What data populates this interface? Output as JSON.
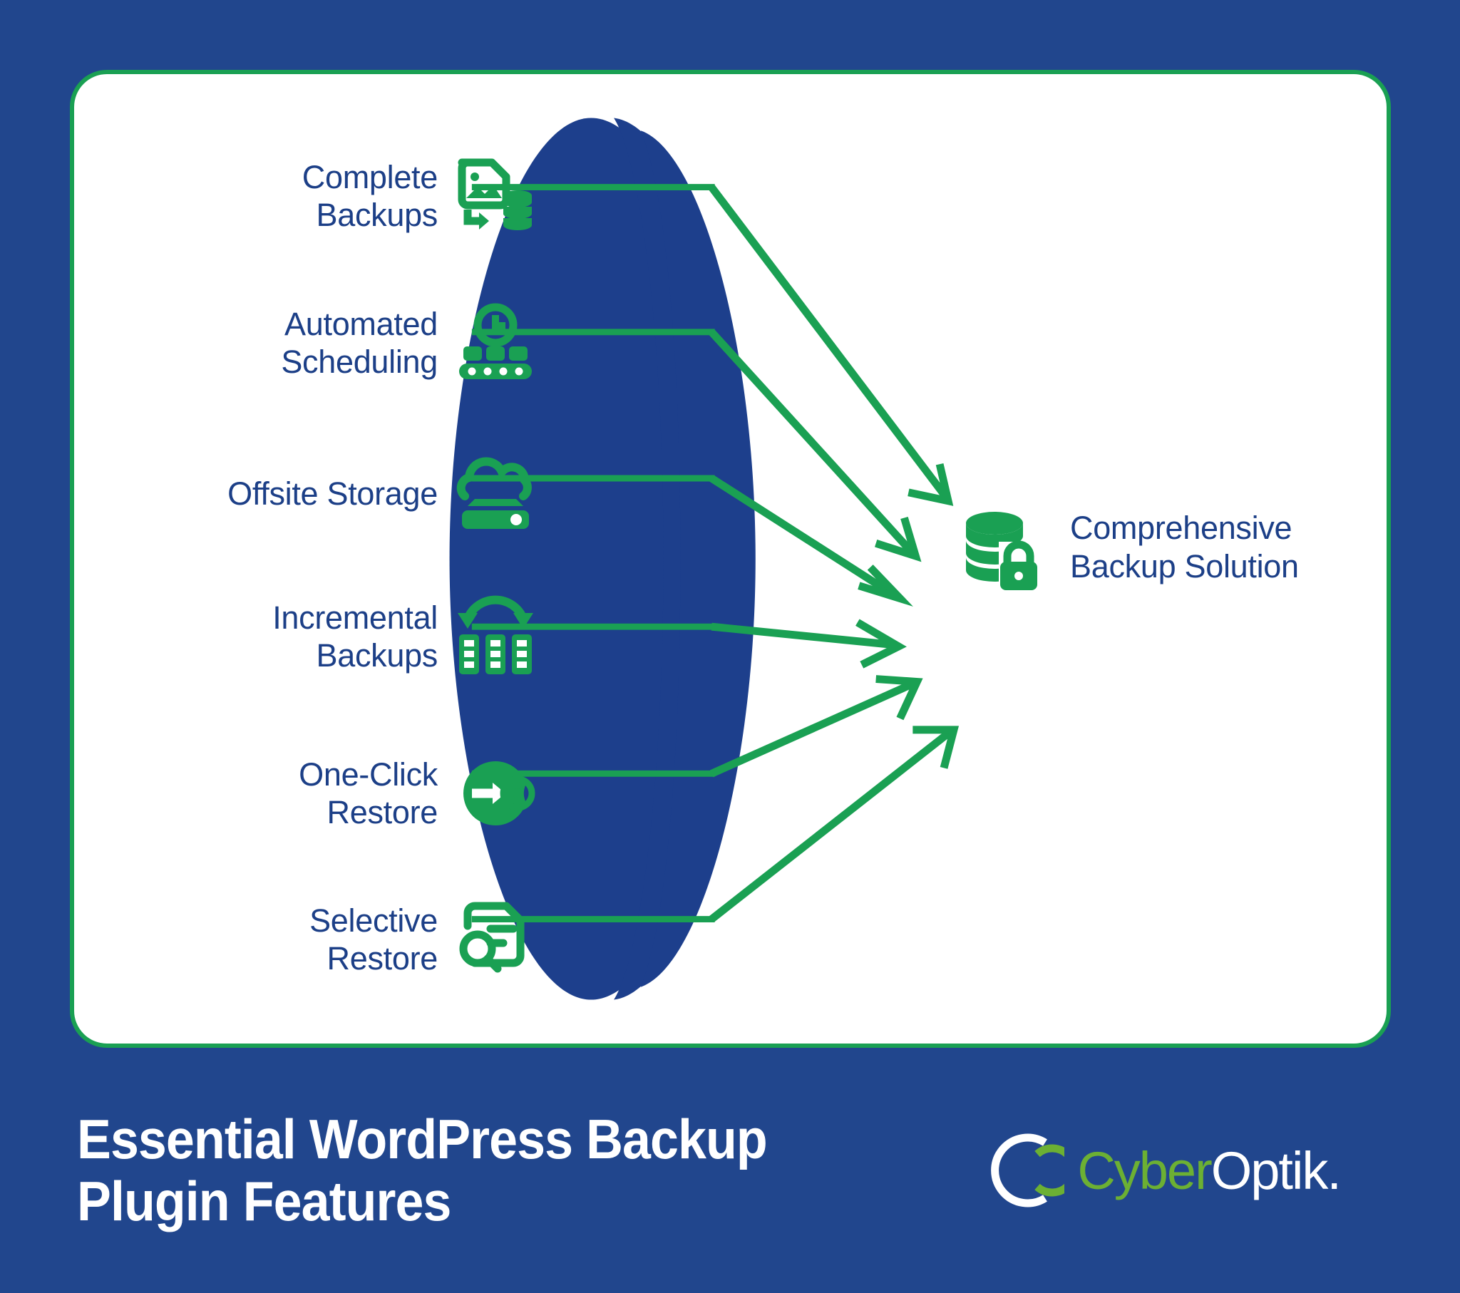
{
  "colors": {
    "background_blue": "#21468d",
    "lens_blue": "#1d3f8c",
    "accent_green": "#1aa053",
    "icon_green": "#1aa053",
    "label_navy": "#1c3f87",
    "card_white": "#ffffff",
    "logo_green": "#6cb033"
  },
  "card": {
    "features": [
      {
        "label": "Complete\nBackups",
        "icon": "file-image-restore-database-icon"
      },
      {
        "label": "Automated\nScheduling",
        "icon": "clock-conveyor-belt-icon"
      },
      {
        "label": "Offsite Storage",
        "icon": "cloud-server-storage-icon"
      },
      {
        "label": "Incremental\nBackups",
        "icon": "arrows-server-racks-icon"
      },
      {
        "label": "One-Click\nRestore",
        "icon": "circle-arrow-target-icon"
      },
      {
        "label": "Selective\nRestore",
        "icon": "document-magnifier-icon"
      }
    ],
    "lens": {
      "name": "convergence-lens-shape",
      "stripes": 2
    },
    "result": {
      "label": "Comprehensive\nBackup Solution",
      "icon": "database-lock-icon"
    },
    "arrow_count": 6
  },
  "footer": {
    "title": "Essential WordPress Backup Plugin Features",
    "logo": {
      "mark": "cyberoptik-c-ring-icon",
      "text_primary": "Cyber",
      "text_secondary": "Optik."
    }
  },
  "chart_data": {
    "type": "diagram",
    "title": "Essential WordPress Backup Plugin Features",
    "subtype": "convergence / funnel diagram",
    "inputs": [
      "Complete Backups",
      "Automated Scheduling",
      "Offsite Storage",
      "Incremental Backups",
      "One-Click Restore",
      "Selective Restore"
    ],
    "output": "Comprehensive Backup Solution",
    "edges": 6,
    "direction": "left-to-right converging"
  }
}
